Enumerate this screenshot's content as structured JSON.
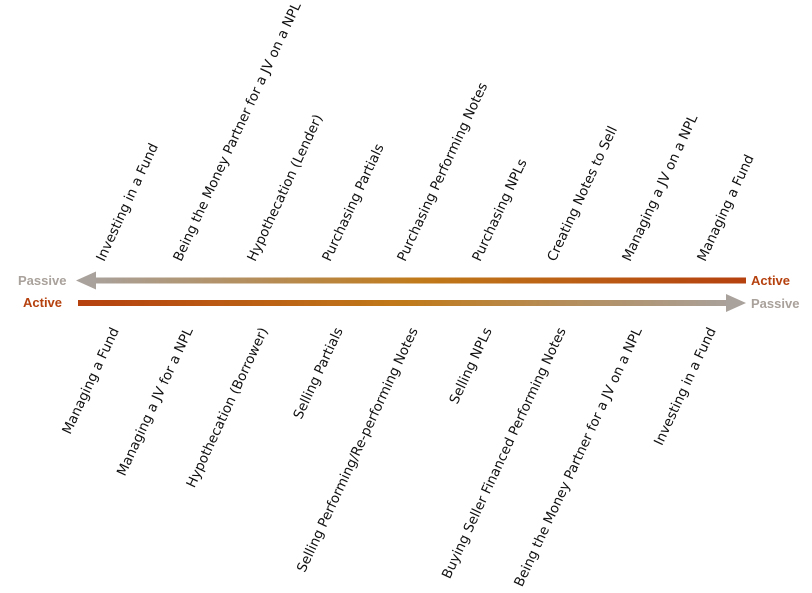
{
  "top_row": {
    "left_end": "Passive",
    "right_end": "Active",
    "items": [
      "Investing in a Fund",
      "Being the Money Partner for a JV on a NPL",
      "Hypothecation (Lender)",
      "Purchasing Partials",
      "Purchasing Performing Notes",
      "Purchasing NPLs",
      "Creating Notes to Sell",
      "Managing a JV on a NPL",
      "Managing a Fund"
    ]
  },
  "bottom_row": {
    "left_end": "Active",
    "right_end": "Passive",
    "items": [
      "Managing a Fund",
      "Managing a JV for a NPL",
      "Hypothecation (Borrower)",
      "Selling Partials",
      "Selling Performing/Re-performing Notes",
      "Selling NPLs",
      "Buying Seller Financed Performing Notes",
      "Being the Money Partner for a JV on a NPL",
      "Investing in a Fund"
    ]
  },
  "colors": {
    "active": "#b5410f",
    "mid": "#c07a1a",
    "passive": "#a9a19b",
    "text": "#111111"
  }
}
